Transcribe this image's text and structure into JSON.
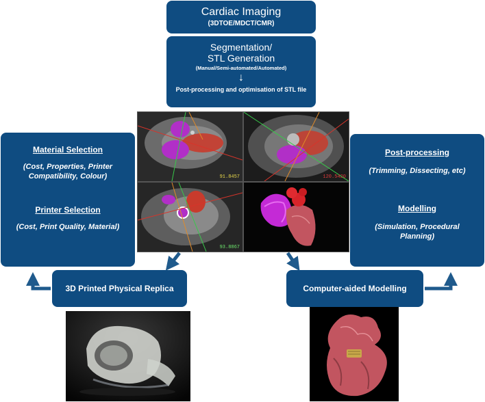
{
  "top_box": {
    "title": "Cardiac Imaging",
    "subtitle": "(3DTOE/MDCT/CMR)"
  },
  "segmentation_box": {
    "title_line1": "Segmentation/",
    "title_line2": "STL Generation",
    "subtitle": "(Manual/Semi-automated/Automated)",
    "arrow": "↓",
    "postprocess_text": "Post-processing and optimisation of STL file"
  },
  "left_box": {
    "material_heading": "Material Selection",
    "material_detail_line1": "(Cost, Properties, Printer",
    "material_detail_line2": "Compatibility, Colour)",
    "printer_heading": "Printer Selection",
    "printer_detail": "(Cost, Print Quality, Material)"
  },
  "right_box": {
    "postproc_heading": "Post-processing",
    "postproc_detail": "(Trimming, Dissecting, etc)",
    "modelling_heading": "Modelling",
    "modelling_detail_line1": "(Simulation, Procedural",
    "modelling_detail_line2": "Planning)"
  },
  "printed_replica_box": {
    "label": "3D Printed Physical Replica"
  },
  "computer_modelling_box": {
    "label": "Computer-aided Modelling"
  },
  "ct_readouts": {
    "panel1": "91.8457",
    "panel2": "120.5420",
    "panel3": "93.8867"
  },
  "colors": {
    "box_blue": "#0f4c81",
    "arrow_blue": "#1f5a8c"
  }
}
